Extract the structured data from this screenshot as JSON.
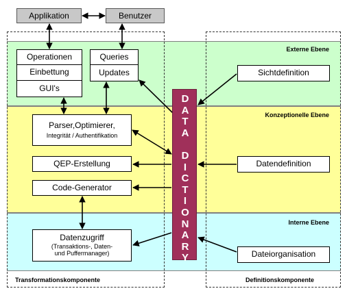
{
  "top": {
    "applikation": "Applikation",
    "benutzer": "Benutzer"
  },
  "layers": {
    "extern": "Externe Ebene",
    "konzeptionell": "Konzeptionelle Ebene",
    "intern": "Interne Ebene"
  },
  "left_column": {
    "operationen": "Operationen",
    "einbettung": "Einbettung",
    "guis": "GUI's",
    "queries": "Queries",
    "updates": "Updates",
    "parser_line1": "Parser,Optimierer,",
    "parser_line2": "Integrität / Authentifikation",
    "qep": "QEP-Erstellung",
    "codegen": "Code-Generator",
    "datenzugriff_line1": "Datenzugriff",
    "datenzugriff_line2": "(Transaktions-, Daten-",
    "datenzugriff_line3": "und Puffermanager)"
  },
  "data_dictionary": {
    "line1": "DATA",
    "line2": "DICTIONARY"
  },
  "right_column": {
    "sichtdefinition": "Sichtdefinition",
    "datendefinition": "Datendefinition",
    "dateiorganisation": "Dateiorganisation"
  },
  "groups": {
    "transformation": "Transformationskomponente",
    "definition": "Definitionskomponente"
  },
  "colors": {
    "extern_bg": "#ccffcc",
    "konzeptionell_bg": "#ffff99",
    "intern_bg": "#ccffff",
    "dictionary_bg": "#a0305a",
    "top_box_bg": "#c8c8c8"
  }
}
